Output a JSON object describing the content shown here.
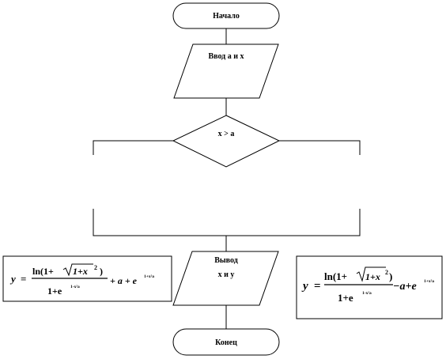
{
  "flowchart": {
    "start_label": "Начало",
    "input_label": "Ввод a и x",
    "condition_label": "x > a",
    "output_label_line1": "Вывод",
    "output_label_line2": "x и y",
    "end_label": "Конец"
  },
  "formula_left": {
    "y": "y",
    "eq": "=",
    "ln_open": "ln(1+",
    "under_root": "1+x",
    "exp2": "2",
    "close": ")",
    "den_base": "1+e",
    "den_exp": "1-x²a",
    "tail": "+ a + e",
    "tail_exp": "1+x²a"
  },
  "formula_right": {
    "y": "y",
    "eq": "=",
    "ln_open": "ln(1+",
    "under_root": "1+x",
    "exp2": "2",
    "close": ")",
    "den_base": "1+e",
    "den_exp": "1-x²a",
    "tail": "−a+e",
    "tail_exp": "1+x²a"
  }
}
